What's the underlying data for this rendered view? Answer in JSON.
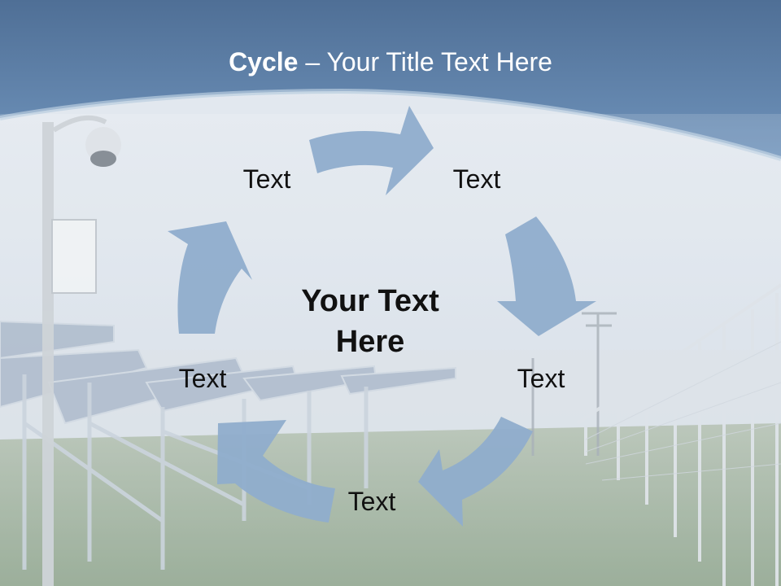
{
  "slide": {
    "title_bold": "Cycle",
    "title_rest": " – Your Title Text Here",
    "center_text": "Your Text Here",
    "nodes": [
      {
        "label": "Text"
      },
      {
        "label": "Text"
      },
      {
        "label": "Text"
      },
      {
        "label": "Text"
      },
      {
        "label": "Text"
      }
    ]
  },
  "colors": {
    "header_band": "#5f86b0",
    "arrow_fill": "#8fadcc",
    "sky": "#dfe6ee",
    "grass": "#7d9a78",
    "text": "#111111"
  },
  "icons": {
    "arrows": "curved-cycle-arrows",
    "photo": "solar-farm-with-fence-photo"
  }
}
